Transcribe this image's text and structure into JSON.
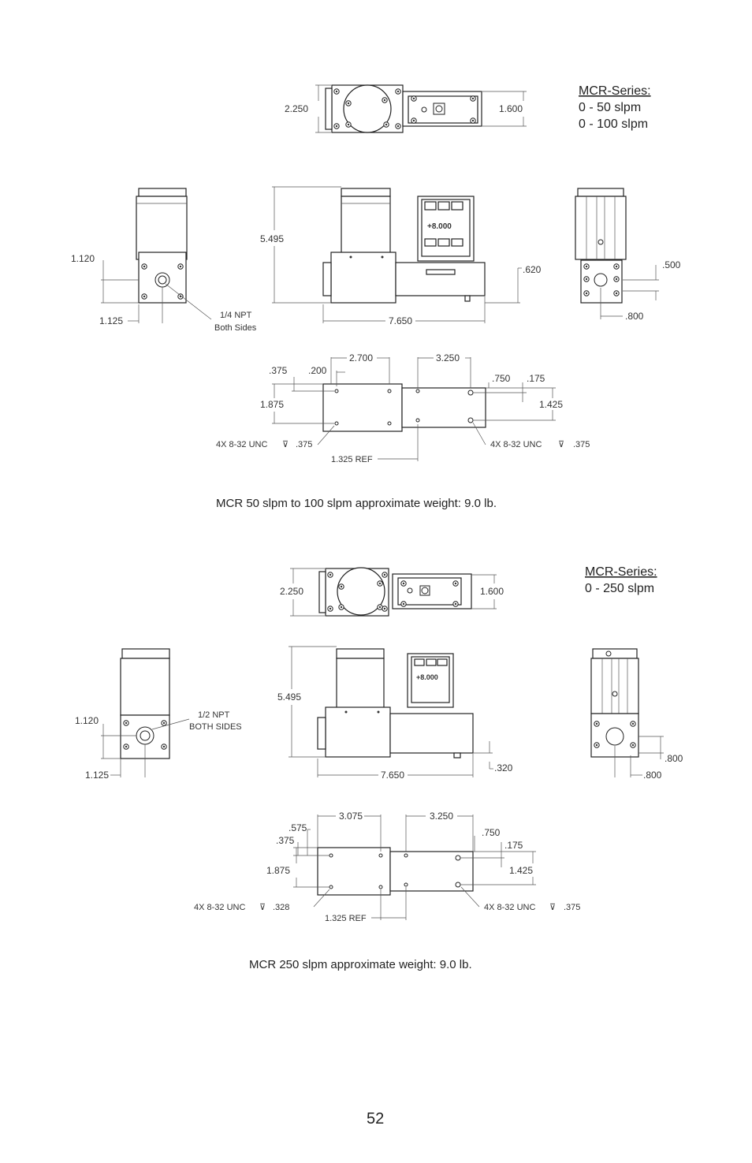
{
  "section1": {
    "series_title": "MCR-Series:",
    "range_1": "0 - 50 slpm",
    "range_2": "0 - 100 slpm",
    "top_view": {
      "width": "2.250",
      "display_height": "1.600"
    },
    "front_view": {
      "height": "5.495",
      "length": "7.650",
      "base_offset": ".620"
    },
    "left_view": {
      "port_height": "1.120",
      "port_offset": "1.125",
      "port_note_1": "1/4  NPT",
      "port_note_2": "Both Sides"
    },
    "right_view": {
      "port_height": ".500",
      "port_offset": ".800"
    },
    "bottom_view": {
      "dim_a": "2.700",
      "dim_b": "3.250",
      "dim_c": ".375",
      "dim_d": ".200",
      "dim_e": "1.875",
      "dim_f": ".750",
      "dim_g": ".175",
      "dim_h": "1.425",
      "thread_left": "4X 8-32 UNC",
      "thread_left_depth": ".375",
      "thread_right": "4X 8-32 UNC",
      "thread_right_depth": ".375",
      "ref": "1.325 REF"
    },
    "weight": "MCR 50 slpm to 100 slpm approximate weight: 9.0 lb."
  },
  "section2": {
    "series_title": "MCR-Series:",
    "range_1": "0 - 250 slpm",
    "top_view": {
      "width": "2.250",
      "display_height": "1.600"
    },
    "front_view": {
      "height": "5.495",
      "length": "7.650",
      "base_offset": ".320"
    },
    "left_view": {
      "port_height": "1.120",
      "port_offset": "1.125",
      "port_note_1": "1/2  NPT",
      "port_note_2": "BOTH SIDES"
    },
    "right_view": {
      "port_height": ".800",
      "port_offset": ".800"
    },
    "bottom_view": {
      "dim_a": "3.075",
      "dim_b": "3.250",
      "dim_c": ".575",
      "dim_c2": ".375",
      "dim_e": "1.875",
      "dim_f": ".750",
      "dim_g": ".175",
      "dim_h": "1.425",
      "thread_left": "4X 8-32 UNC",
      "thread_left_depth": ".328",
      "thread_right": "4X 8-32 UNC",
      "thread_right_depth": ".375",
      "ref": "1.325 REF"
    },
    "weight": "MCR 250 slpm approximate weight: 9.0 lb."
  },
  "display": {
    "reading": "+8.000"
  },
  "page_number": "52"
}
